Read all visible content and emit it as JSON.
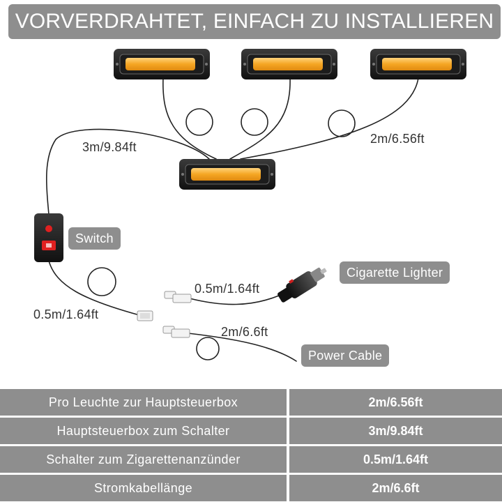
{
  "title": "VORVERDRAHTET, EINFACH ZU INSTALLIEREN",
  "colors": {
    "banner_gray": "#8e8e8e",
    "led_amber": "#f5a623",
    "switch_red": "#e02020",
    "cable": "#222222"
  },
  "diagram": {
    "cable_labels": {
      "main_to_switch": "3m/9.84ft",
      "light_to_main": "2m/6.56ft",
      "switch_out": "0.5m/1.64ft",
      "lighter_cable": "0.5m/1.64ft",
      "power_cable": "2m/6.6ft"
    },
    "components": {
      "switch": "Switch",
      "cigarette_lighter": "Cigarette Lighter",
      "power_cable": "Power Cable"
    }
  },
  "spec_table": [
    {
      "label": "Pro Leuchte zur Hauptsteuerbox",
      "value": "2m/6.56ft"
    },
    {
      "label": "Hauptsteuerbox zum Schalter",
      "value": "3m/9.84ft"
    },
    {
      "label": "Schalter zum Zigarettenanzünder",
      "value": "0.5m/1.64ft"
    },
    {
      "label": "Stromkabellänge",
      "value": "2m/6.6ft"
    }
  ]
}
